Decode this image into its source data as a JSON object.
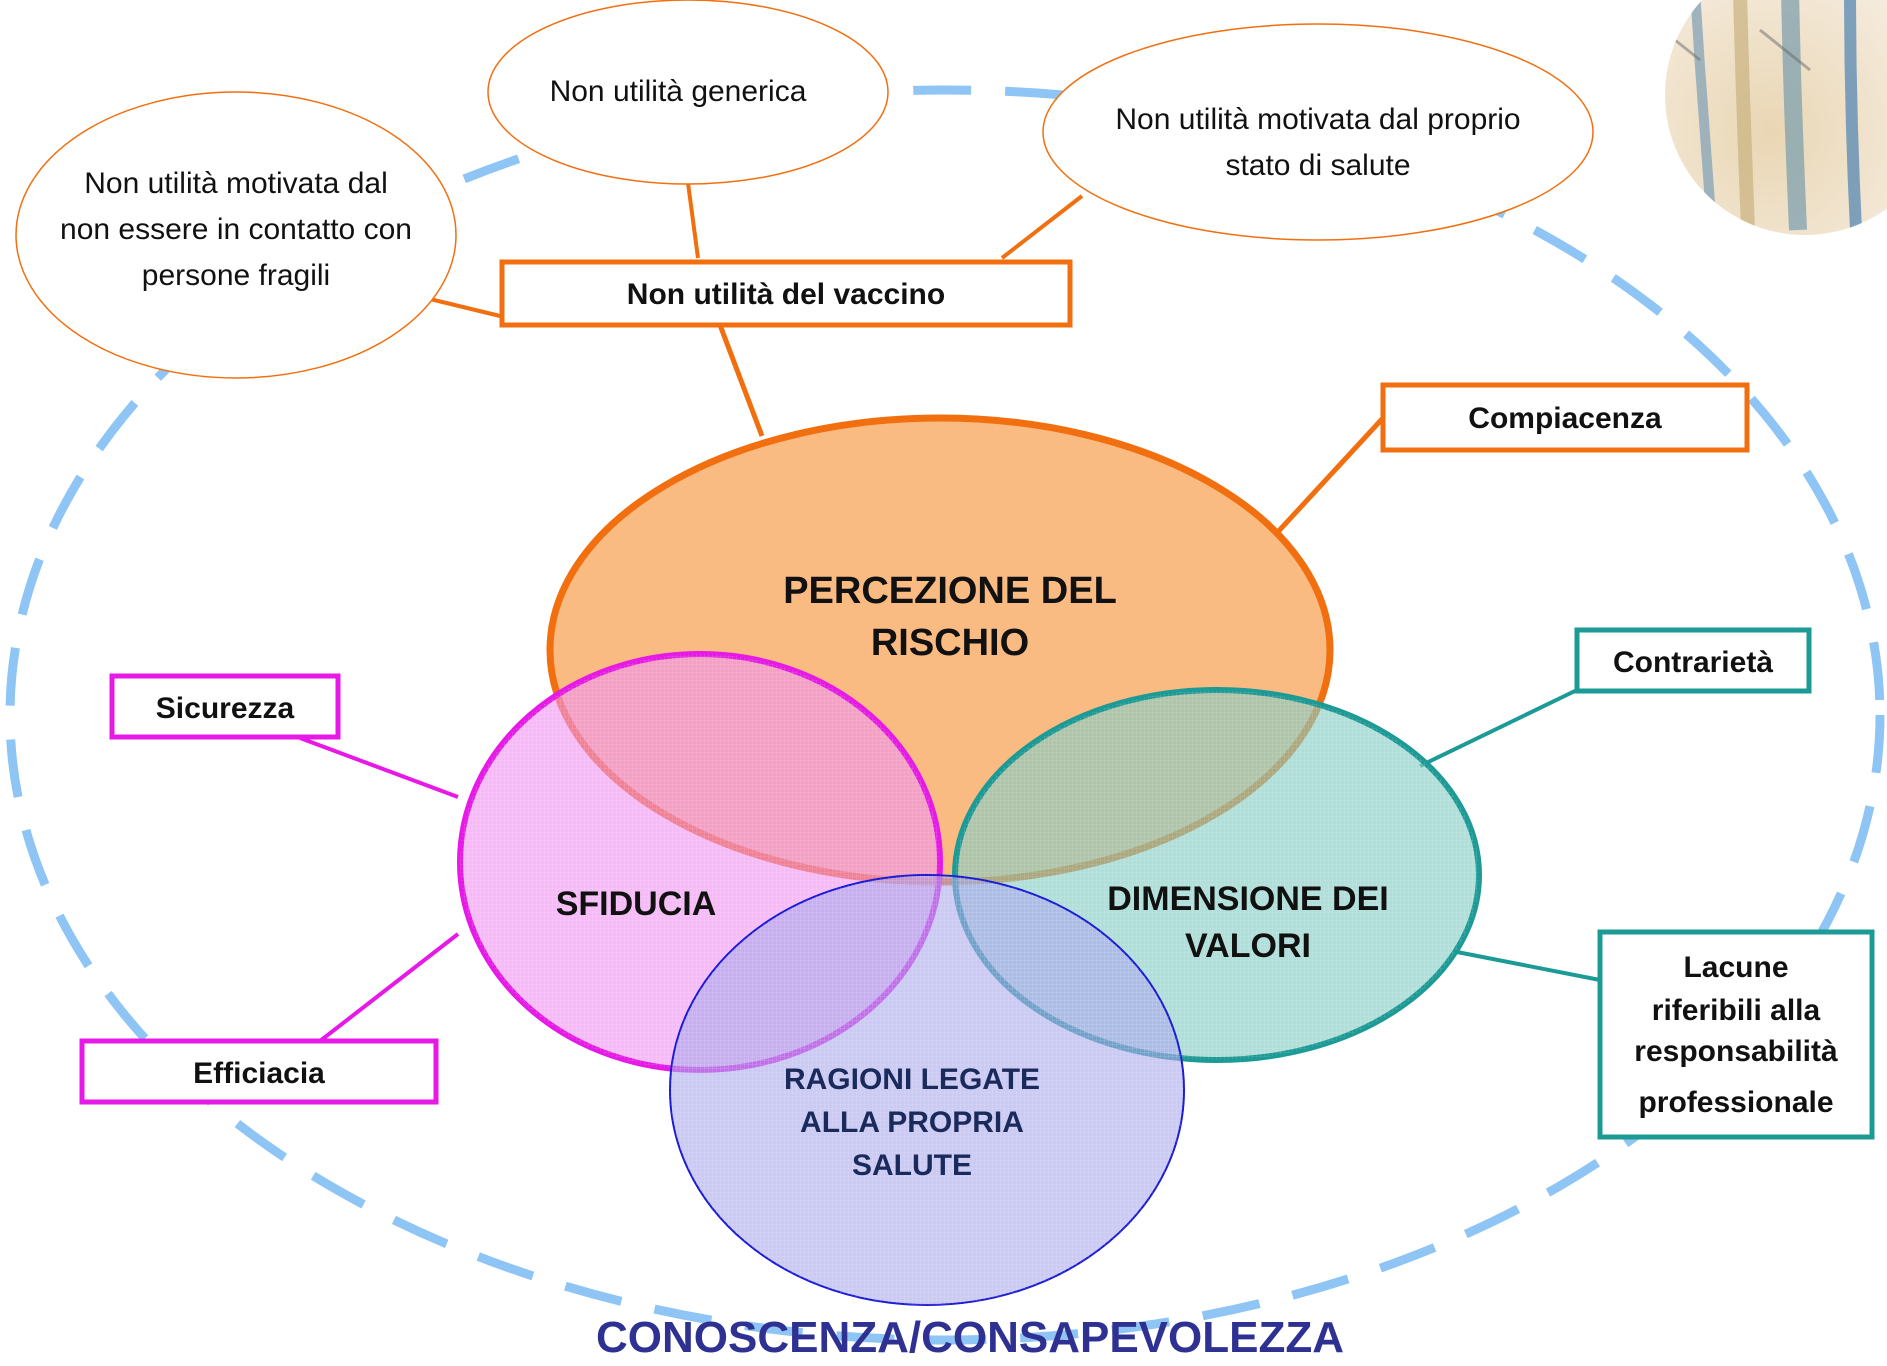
{
  "frame": {
    "label": "CONOSCENZA/CONSAPEVOLEZZA",
    "color": "#8ec5f5",
    "label_color": "#2e3192"
  },
  "central_circles": {
    "risk": {
      "line1": "PERCEZIONE DEL",
      "line2": "RISCHIO",
      "fill": "#f9b77a",
      "stroke": "#f26f10"
    },
    "distrust": {
      "label": "SFIDUCIA",
      "fill": "#f3a6f3",
      "stroke": "#e619e6"
    },
    "values": {
      "line1": "DIMENSIONE DEI",
      "line2": "VALORI",
      "fill": "#9fd8d0",
      "stroke": "#1c9a96"
    },
    "health": {
      "line1": "RAGIONI  LEGATE",
      "line2": "ALLA PROPRIA",
      "line3": "SALUTE",
      "fill": "#b9b6ee",
      "stroke": "#1a1ad6",
      "text_color": "#1a2a5a"
    }
  },
  "boxes": {
    "non_utility": "Non utilità del vaccino",
    "complacency": "Compiacenza",
    "safety": "Sicurezza",
    "efficacy": "Efficiacia",
    "opposition": "Contrarietà",
    "gaps": {
      "line1": "Lacune",
      "line2": "riferibili alla",
      "line3": "responsabilità",
      "line4": "professionale"
    }
  },
  "bubbles": {
    "generic": "Non utilità generica",
    "health_status": {
      "line1": "Non utilità motivata dal proprio",
      "line2": "stato di salute"
    },
    "no_contact": {
      "line1": "Non utilità motivata dal",
      "line2": "non essere in contatto con",
      "line3": "persone fragili"
    }
  },
  "colors": {
    "orange": "#f26f10",
    "magenta": "#e619e6",
    "teal": "#1c9a96"
  },
  "decoration": "watercolor-trees-icon"
}
